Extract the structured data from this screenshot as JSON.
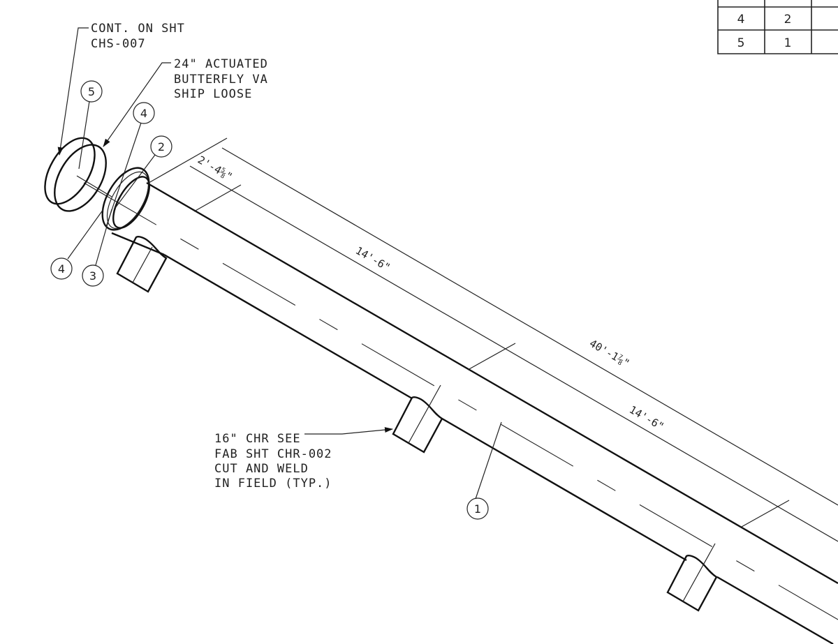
{
  "notes": {
    "continuation": [
      "CONT. ON SHT",
      "CHS-007"
    ],
    "valve": [
      "24\" ACTUATED",
      "BUTTERFLY VA",
      "SHIP LOOSE"
    ],
    "branch": [
      "16\" CHR SEE",
      "FAB SHT CHR-002",
      "CUT AND WELD",
      "IN FIELD (TYP.)"
    ]
  },
  "dimensions": {
    "end_offset": "2'-4⅝\"",
    "segment_1": "14'-6\"",
    "overall": "40'-1⅞\"",
    "segment_2": "14'-6\""
  },
  "balloons": {
    "valve": "5",
    "gasket_top": "4",
    "flange": "2",
    "gasket_bottom": "4",
    "bolts": "3",
    "pipe": "1"
  },
  "parts_table": {
    "rows": [
      [
        "4",
        "2",
        ""
      ],
      [
        "5",
        "1",
        ""
      ]
    ]
  }
}
